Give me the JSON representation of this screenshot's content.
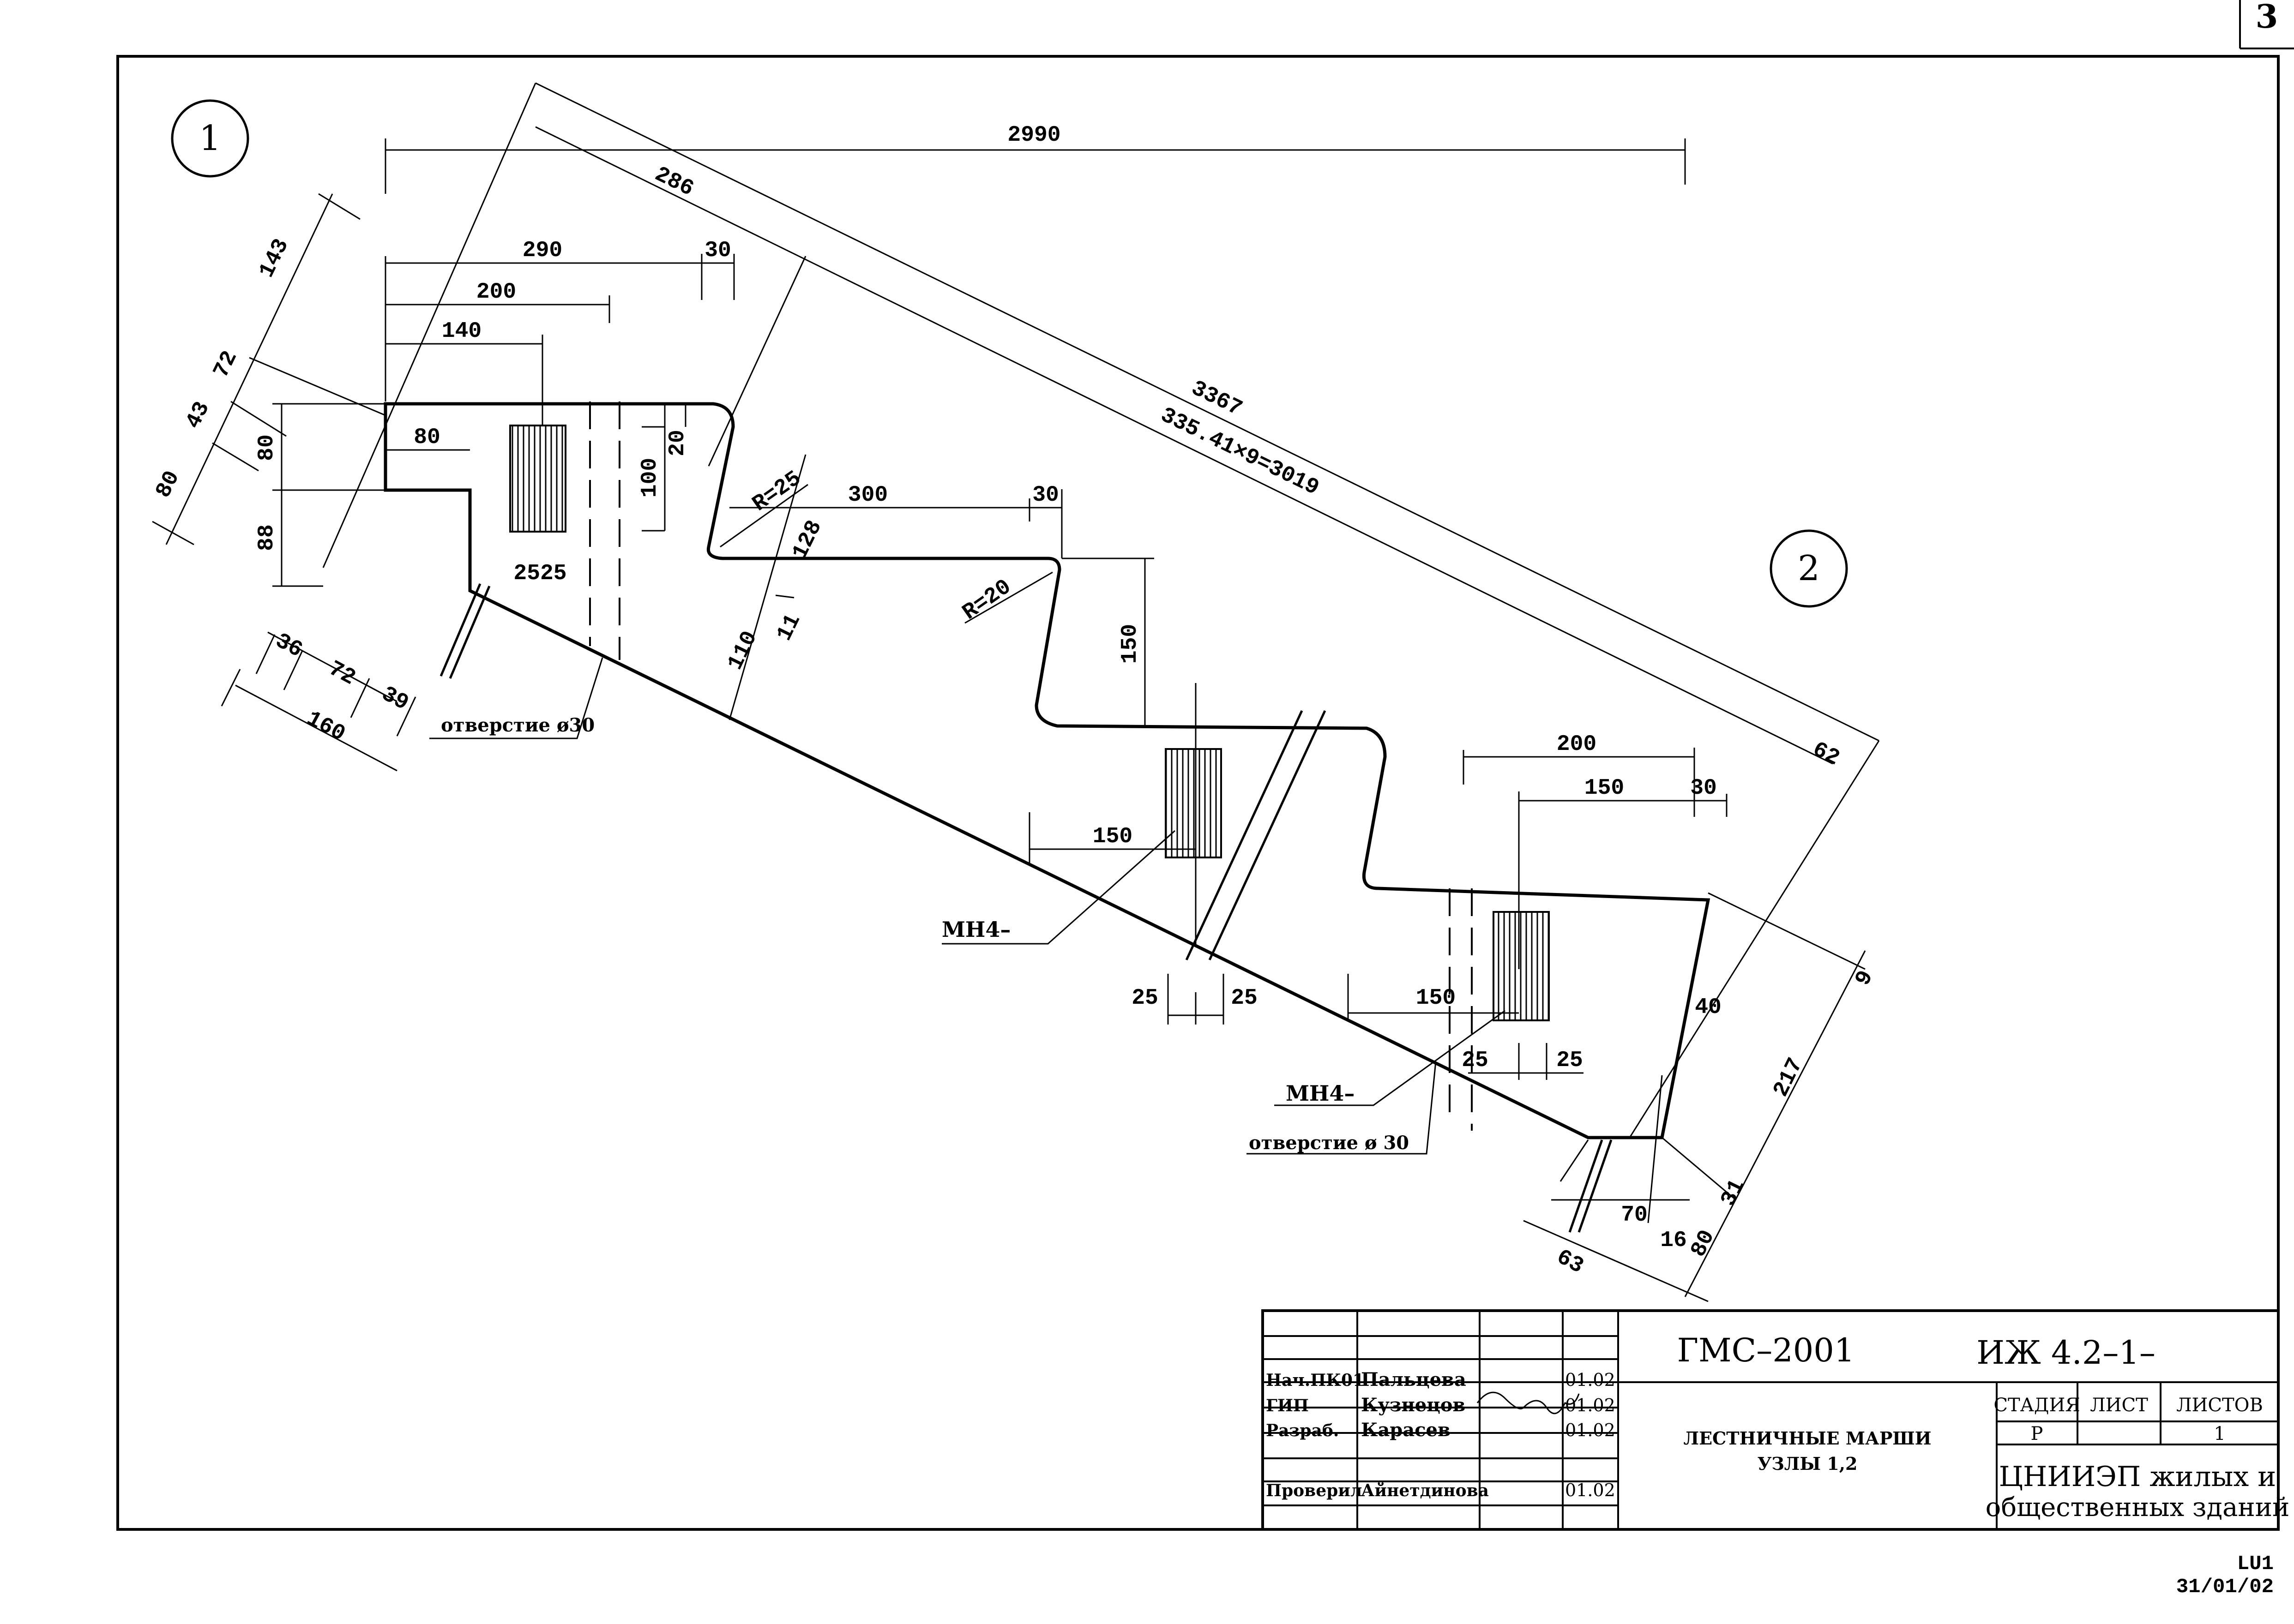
{
  "sheet": {
    "corner_number": "3",
    "plot_code": "LU1",
    "plot_date": "31/01/02"
  },
  "nodes": {
    "node1": "1",
    "node2": "2"
  },
  "dimensions": {
    "d2990": "2990",
    "d286": "286",
    "d3367": "3367",
    "d335": "335.41×9=3019",
    "d290": "290",
    "d30a": "30",
    "d200a": "200",
    "d140": "140",
    "d80a": "80",
    "d143": "143",
    "d72a": "72",
    "d43": "43",
    "d80b": "80",
    "d80c": "80",
    "d88": "88",
    "d20": "20",
    "d100": "100",
    "dR25": "R=25",
    "d300": "300",
    "d30b": "30",
    "d128": "128",
    "d110": "110",
    "d11": "11",
    "dR20": "R=20",
    "d150a": "150",
    "d2525": "2525",
    "d36": "36",
    "d72b": "72",
    "d39": "39",
    "d160": "160",
    "d150b": "150",
    "d25a": "25",
    "d25b": "25",
    "d200b": "200",
    "d150c": "150",
    "d30c": "30",
    "d62": "62",
    "d9": "9",
    "d150d": "150",
    "d40": "40",
    "d25c": "25",
    "d25d": "25",
    "d217": "217",
    "d70": "70",
    "d31": "31",
    "d16": "16",
    "d80d": "80",
    "d63": "63"
  },
  "callouts": {
    "hole1": "отверстие ø30",
    "hole2": "отверстие ø 30",
    "mh1": "МН4–",
    "mh2": "МН4–"
  },
  "title_block": {
    "project": "ГМС–2001",
    "code": "ИЖ 4.2–1–",
    "title_line1": "ЛЕСТНИЧНЫЕ МАРШИ",
    "title_line2": "УЗЛЫ 1,2",
    "stage_header": "СТАДИЯ",
    "sheet_header": "ЛИСТ",
    "sheets_header": "ЛИСТОВ",
    "stage_value": "Р",
    "sheet_value": "",
    "sheets_value": "1",
    "org_line1": "ЦНИИЭП жилых и",
    "org_line2": "общественных зданий",
    "rows": [
      {
        "role": "Нач.ПК01",
        "name": "Пальцева",
        "date": "01.02"
      },
      {
        "role": "ГИП",
        "name": "Кузнецов",
        "date": "01.02"
      },
      {
        "role": "Разраб.",
        "name": "Карасев",
        "date": "01.02"
      },
      {
        "role": "Проверил",
        "name": "Айнетдинова",
        "date": "01.02"
      }
    ]
  }
}
